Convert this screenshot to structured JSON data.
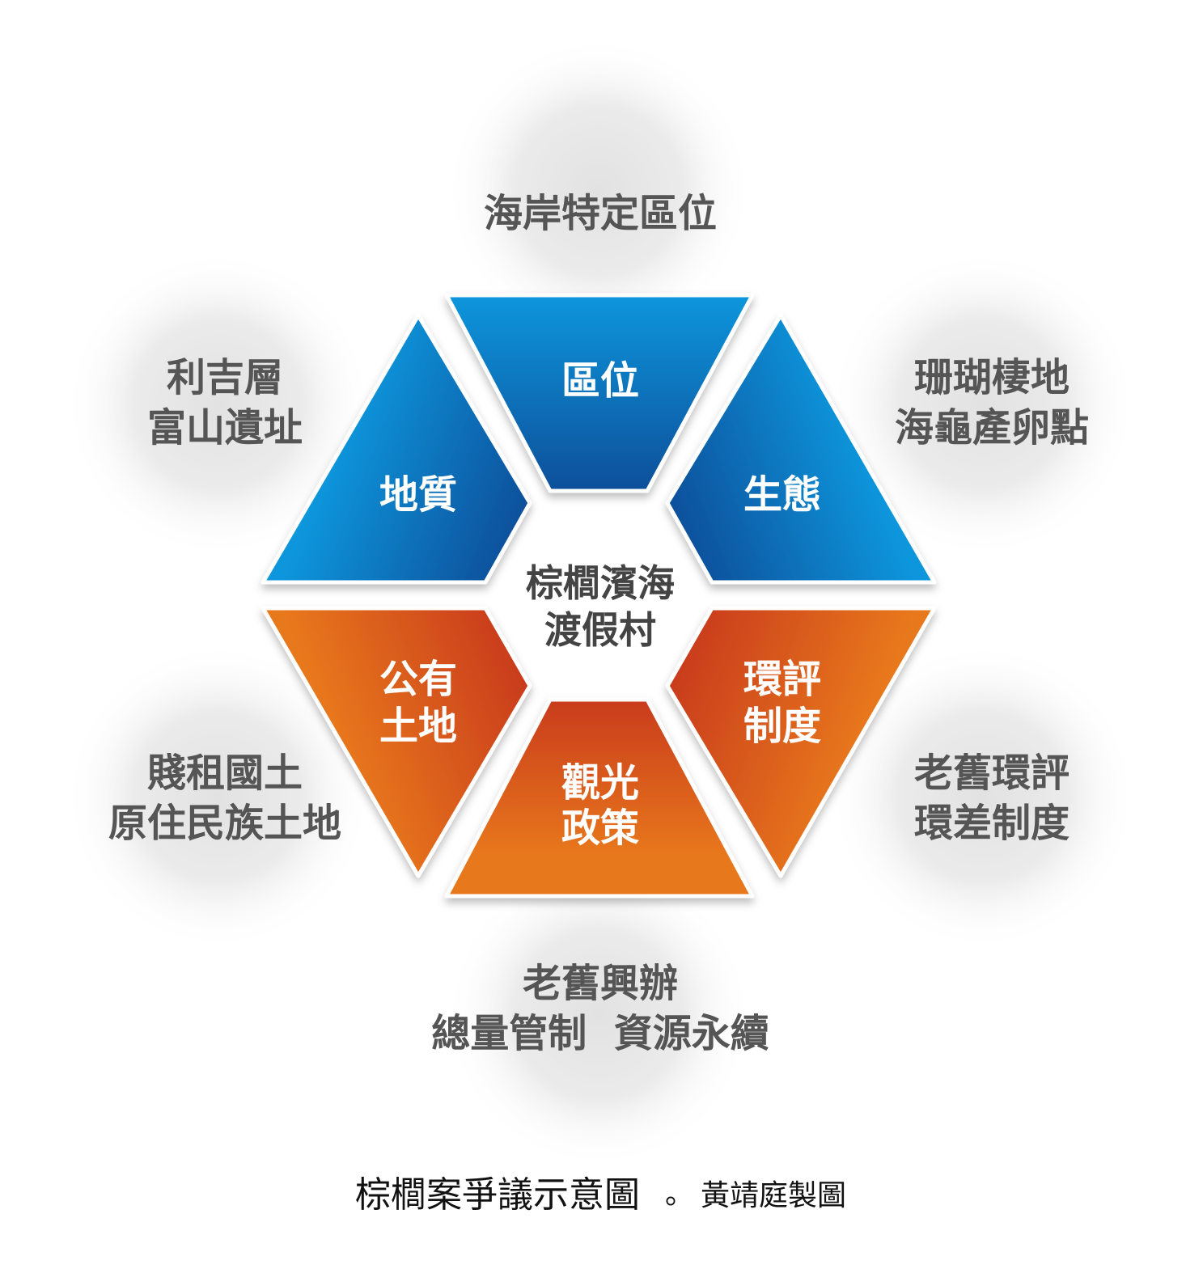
{
  "center": {
    "line1": "棕櫚濱海",
    "line2": "渡假村"
  },
  "segments": {
    "location": {
      "line1": "區位"
    },
    "geology": {
      "line1": "地質"
    },
    "ecology": {
      "line1": "生態"
    },
    "public_land": {
      "line1": "公有",
      "line2": "土地"
    },
    "eia": {
      "line1": "環評",
      "line2": "制度"
    },
    "tourism": {
      "line1": "觀光",
      "line2": "政策"
    }
  },
  "outer": {
    "top": {
      "line1": "海岸特定區位"
    },
    "top_left": {
      "line1": "利吉層",
      "line2": "富山遺址"
    },
    "top_right": {
      "line1": "珊瑚棲地",
      "line2": "海龜產卵點"
    },
    "bottom_left": {
      "line1": "賤租國土",
      "line2": "原住民族土地"
    },
    "bottom_right": {
      "line1": "老舊環評",
      "line2": "環差制度"
    },
    "bottom": {
      "line1": "老舊興辦",
      "line2": "總量管制  資源永續"
    }
  },
  "caption": {
    "title": "棕櫚案爭議示意圖",
    "separator": "。",
    "credit": "黃靖庭製圖"
  },
  "colors": {
    "blue_light": "#0a96dc",
    "blue_dark": "#0a4f9a",
    "orange_light": "#e8781a",
    "orange_dark": "#c93c1a"
  }
}
